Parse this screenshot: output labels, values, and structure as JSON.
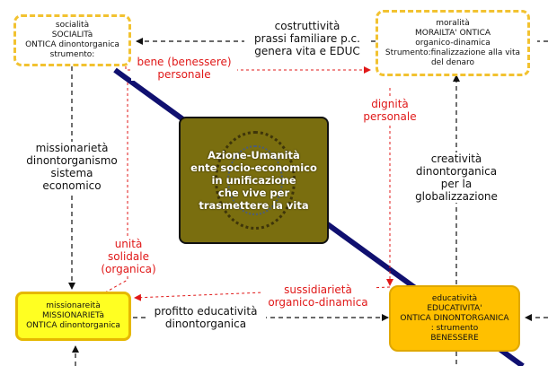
{
  "nodes": {
    "socialita": {
      "line1": "socialità",
      "line2": "SOCIALITà",
      "line3": "ONTICA dinontorganica",
      "line4": "strumento:"
    },
    "moralita": {
      "line1": "moralità",
      "line2": "MORAILTA' ONTICA",
      "line3": "organico-dinamica",
      "line4": "Strumento:finalizzazione alla vita",
      "line5": "del denaro"
    },
    "missionarieta": {
      "line1": "missionareità",
      "line2": "MISSIONARIETà",
      "line3": "ONTICA dinontorganica"
    },
    "educativita": {
      "line1": "educatività",
      "line2": "EDUCATIVITA'",
      "line3": "ONTICA DINONTORGANICA",
      "line4": ": strumento",
      "line5": "BENESSERE"
    },
    "center": {
      "line1": "Azione-Umanità",
      "line2": "ente socio-economico",
      "line3": "in unificazione",
      "line4": "che vive  per",
      "line5": "trasmettere la vita"
    }
  },
  "edge_labels": {
    "costruttivita": {
      "line1": "costruttività",
      "line2": "prassi familiare p.c.",
      "line3": "genera vita e EDUC"
    },
    "bene": {
      "line1": "bene (benessere)",
      "line2": "personale"
    },
    "dignita": {
      "line1": "dignità",
      "line2": "personale"
    },
    "missionarieta_sistema": {
      "line1": "missionarietà",
      "line2": "dinontorganismo",
      "line3": "sistema",
      "line4": "economico"
    },
    "creativita": {
      "line1": "creatività",
      "line2": "dinontorganica",
      "line3": "per la",
      "line4": "globalizzazione"
    },
    "unita": {
      "line1": "unità",
      "line2": "solidale",
      "line3": "(organica)"
    },
    "sussidiarieta": {
      "line1": "sussidiarietà",
      "line2": "organico-dinamica"
    },
    "profitto": {
      "line1": "profitto educatività",
      "line2": "dinontorganica"
    }
  },
  "colors": {
    "dashed_node_border": "#f2c230",
    "missionarieta_fill": "#ffff22",
    "educativita_fill": "#ffc000",
    "center_fill": "#7a6e0f",
    "diagonal_line": "#101070",
    "red_connector": "#e01818",
    "black_connector": "#111111"
  }
}
